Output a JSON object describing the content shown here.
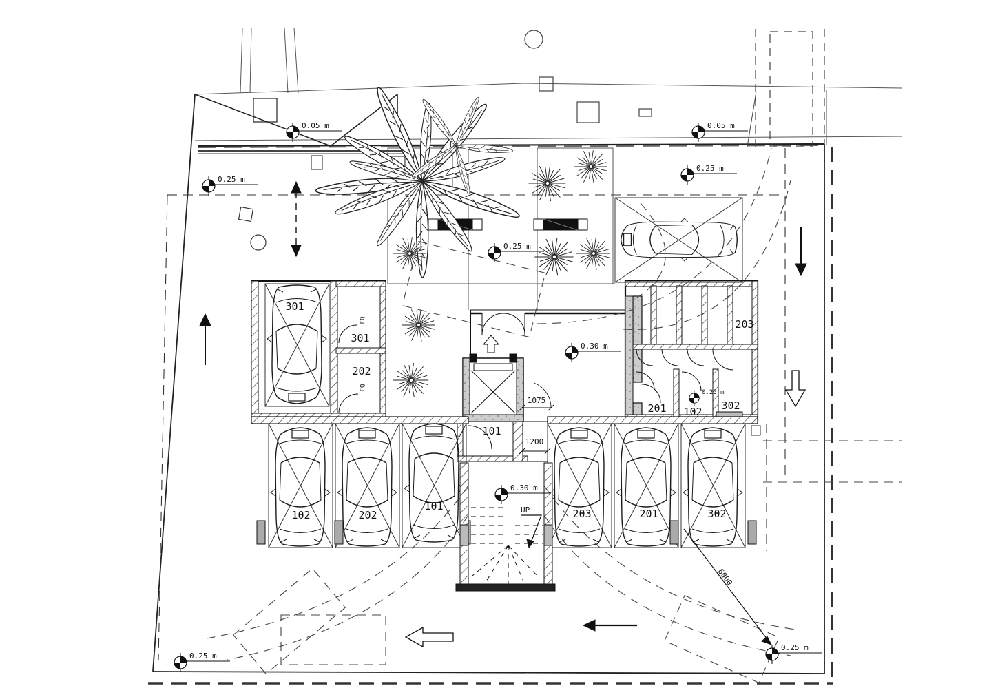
{
  "markers": [
    "0.05 m",
    "0.05 m",
    "0.25 m",
    "0.25 m",
    "0.25 m",
    "0.30 m",
    "0.25 m",
    "0.30 m",
    "0.25 m",
    "0.25 m"
  ],
  "rooms": {
    "garage_car": "301",
    "store1_eq": "EQ",
    "store1": "301",
    "store2": "202",
    "store2_eq": "EQ",
    "unit203": "203",
    "unit201": "201",
    "unit102": "102",
    "unit302": "302",
    "unit101": "101"
  },
  "parking_left": [
    "102",
    "202",
    "101"
  ],
  "parking_right": [
    "203",
    "201",
    "302"
  ],
  "dimensions": {
    "door_clear": "1075",
    "corridor": "1200",
    "drive_aisle": "6000"
  },
  "stair": {
    "direction": "UP"
  },
  "colors": {
    "line": "#1a1a1a",
    "concrete": "#cccccc",
    "grayblock": "#aaaaaa"
  }
}
